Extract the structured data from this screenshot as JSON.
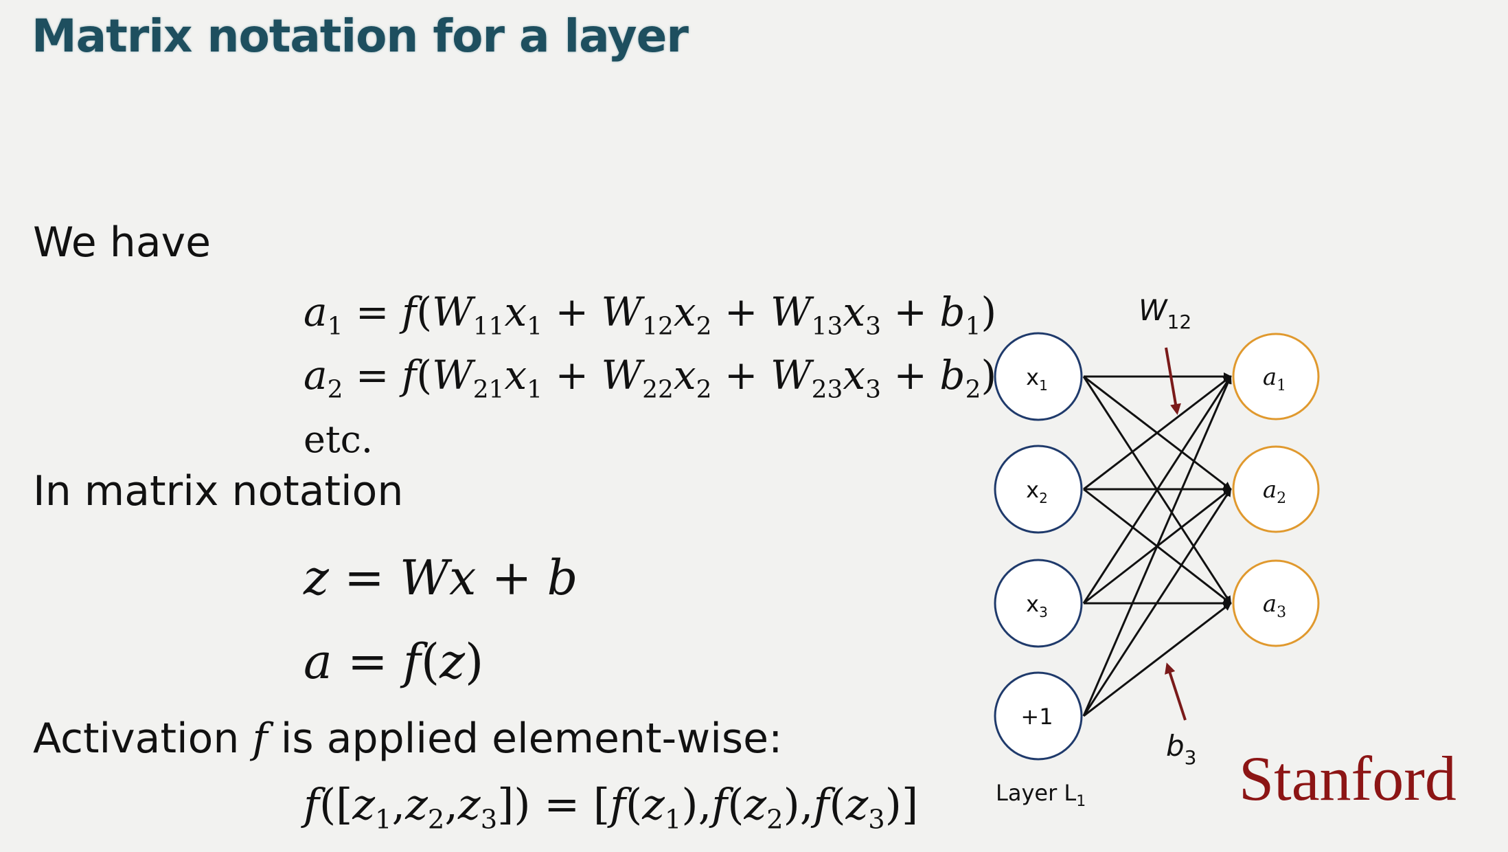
{
  "slide": {
    "title": "Matrix notation for a layer",
    "we_have": "We have",
    "etc": "etc.",
    "in_matrix": "In matrix notation",
    "activation_pre": "Activation ",
    "activation_f": "f",
    "activation_post": " is applied element-wise:",
    "logo": "Stanford"
  },
  "diagram": {
    "inputs": [
      "x1",
      "x2",
      "x3",
      "+1"
    ],
    "outputs": [
      "a1",
      "a2",
      "a3"
    ],
    "weight_label": "W12",
    "bias_label": "b3",
    "layer_label": "Layer L1",
    "input_color": "#1f3a6b",
    "output_color": "#e0992e",
    "arrow_color": "#7a1a1a"
  }
}
